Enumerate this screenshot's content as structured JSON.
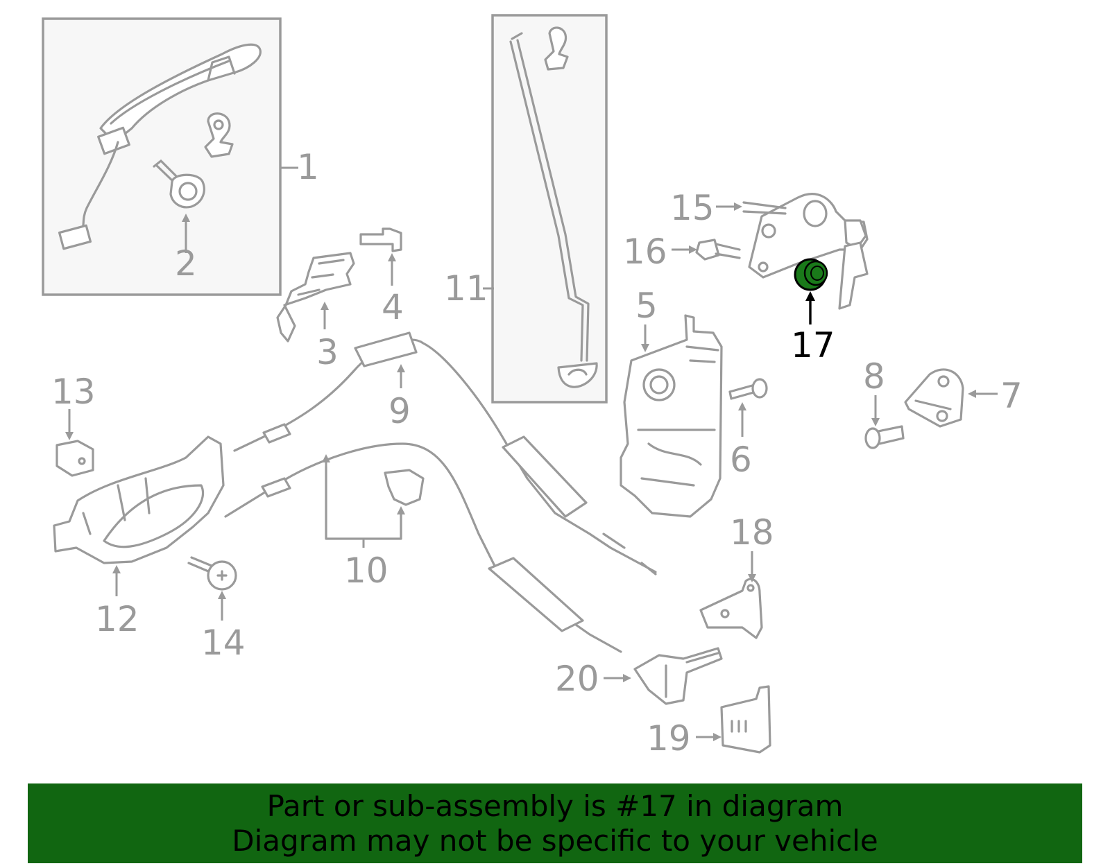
{
  "labels": {
    "p1": "1",
    "p2": "2",
    "p3": "3",
    "p4": "4",
    "p5": "5",
    "p6": "6",
    "p7": "7",
    "p8": "8",
    "p9": "9",
    "p10": "10",
    "p11": "11",
    "p12": "12",
    "p13": "13",
    "p14": "14",
    "p15": "15",
    "p16": "16",
    "p17": "17",
    "p18": "18",
    "p19": "19",
    "p20": "20"
  },
  "highlight": {
    "part": "17",
    "color": "#1a7a1a"
  },
  "banner": {
    "line1": "Part or sub-assembly is #17 in diagram",
    "line2": "Diagram may not be specific to your vehicle",
    "background": "#116611"
  }
}
